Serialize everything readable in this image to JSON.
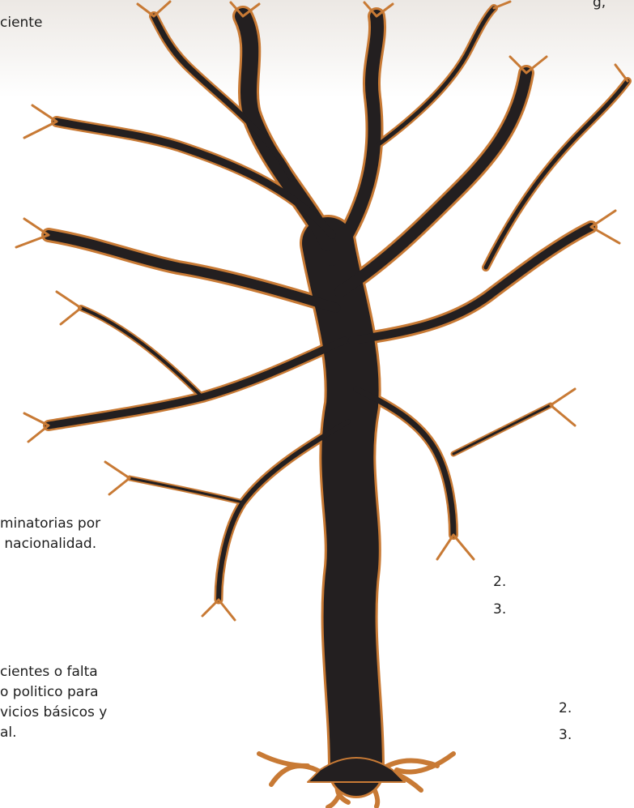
{
  "text": {
    "top_left": "ciente",
    "top_right_fragment": "g,",
    "middle_left": [
      "minatorias por",
      " nacionalidad."
    ],
    "bottom_left": [
      "cientes o falta",
      "o politico para",
      "vicios básicos y",
      "al."
    ],
    "list_mid": [
      "2.",
      "3."
    ],
    "list_bottom": [
      "2.",
      "3."
    ]
  },
  "colors": {
    "trunk": "#231f20",
    "outline": "#c87a35",
    "background_top": "#ece8e4"
  },
  "icon": "tree-illustration"
}
